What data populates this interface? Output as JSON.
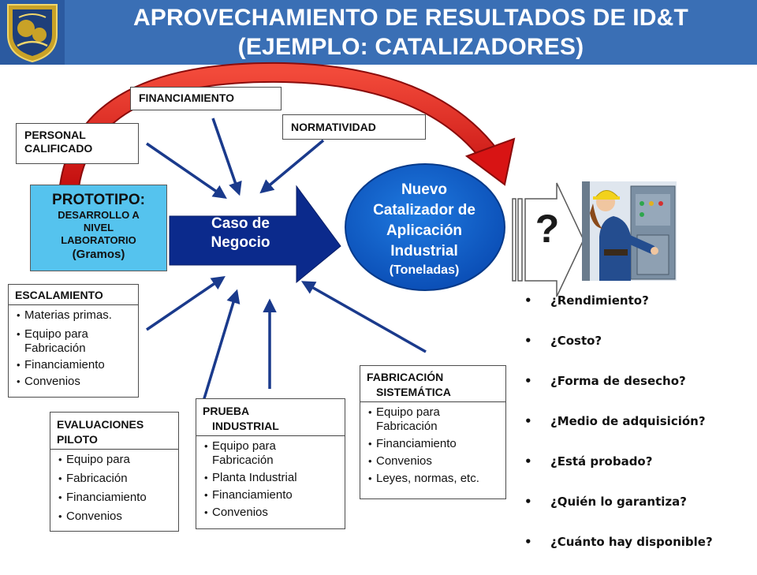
{
  "header": {
    "title_line1": "APROVECHAMIENTO DE RESULTADOS DE ID&T",
    "title_line2": "(EJEMPLO: CATALIZADORES)",
    "logo_icon": "university-crest-icon",
    "color": "#3a6fb5"
  },
  "inputs": {
    "financiamiento": "FINANCIAMIENTO",
    "personal_line1": "PERSONAL",
    "personal_line2": "CALIFICADO",
    "normatividad": "NORMATIVIDAD"
  },
  "prototipo": {
    "title": "PROTOTIPO:",
    "line1": "DESARROLLO A",
    "line2": "NIVEL",
    "line3": "LABORATORIO",
    "scale": "(Gramos)",
    "color": "#55c3ee"
  },
  "caso": {
    "line1": "Caso de",
    "line2": "Negocio",
    "color": "#0b2a8c"
  },
  "nuevo": {
    "line1": "Nuevo",
    "line2": "Catalizador de",
    "line3": "Aplicación",
    "line4": "Industrial",
    "scale": "(Toneladas)",
    "color": "#0a5ac8"
  },
  "question_mark": "?",
  "escalamiento": {
    "title": "ESCALAMIENTO",
    "items": [
      "Materias primas.",
      "Equipo para Fabricación",
      "Financiamiento",
      "Convenios"
    ]
  },
  "evaluaciones": {
    "title_line1": "EVALUACIONES",
    "title_line2": "PILOTO",
    "items": [
      "Equipo para",
      "Fabricación",
      "Financiamiento",
      "Convenios"
    ]
  },
  "prueba": {
    "title_line1": "PRUEBA",
    "title_line2": "INDUSTRIAL",
    "items": [
      "Equipo para Fabricación",
      "Planta Industrial",
      "Financiamiento",
      "Convenios"
    ]
  },
  "fabricacion": {
    "title_line1": "FABRICACIÓN",
    "title_line2": "SISTEMÁTICA",
    "items": [
      "Equipo para Fabricación",
      "Financiamiento",
      "Convenios",
      "Leyes, normas, etc."
    ]
  },
  "questions": [
    "¿Rendimiento?",
    "¿Costo?",
    "¿Forma de desecho?",
    "¿Medio de adquisición?",
    "¿Está probado?",
    "¿Quién lo garantiza?",
    "¿Cuánto hay disponible?"
  ],
  "colors": {
    "curve_red": "#e01b1b",
    "arrow_blue": "#1a3a8c"
  },
  "icons": {
    "worker": "industrial-worker-icon"
  }
}
